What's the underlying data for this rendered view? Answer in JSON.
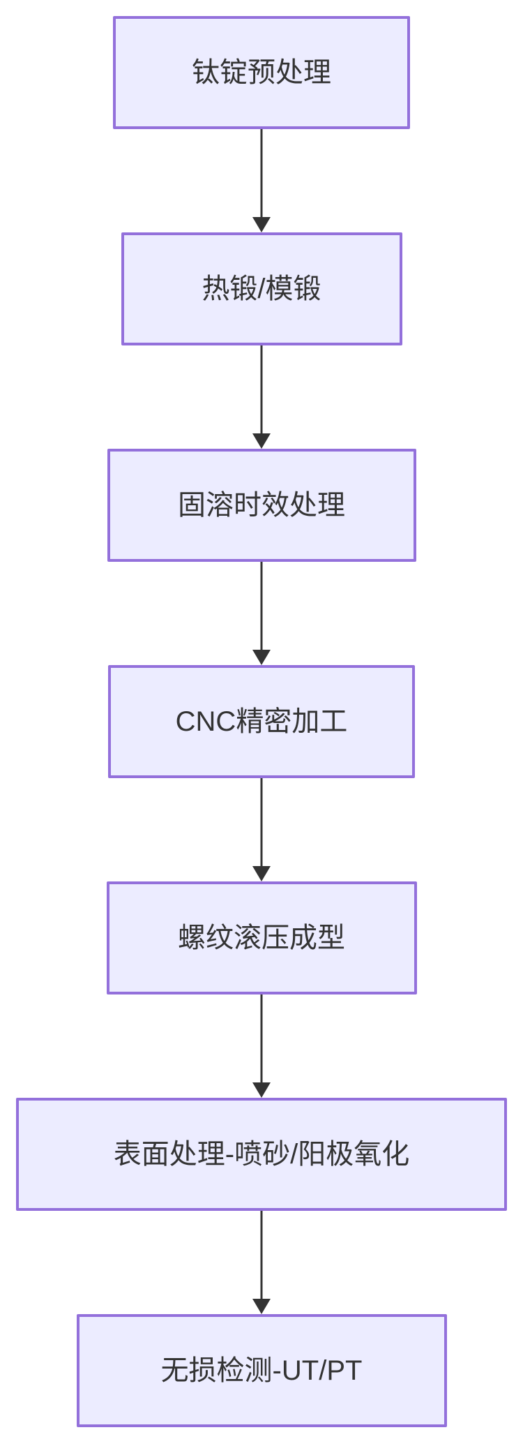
{
  "diagram": {
    "type": "flowchart",
    "direction": "top-down",
    "colors": {
      "node_fill": "#ECECFF",
      "node_border": "#9370DB",
      "arrow": "#333333",
      "text": "#333333",
      "background": "#FFFFFF"
    },
    "nodes": [
      {
        "id": "step1",
        "label": "钛锭预处理"
      },
      {
        "id": "step2",
        "label": "热锻/模锻"
      },
      {
        "id": "step3",
        "label": "固溶时效处理"
      },
      {
        "id": "step4",
        "label": "CNC精密加工"
      },
      {
        "id": "step5",
        "label": "螺纹滚压成型"
      },
      {
        "id": "step6",
        "label": "表面处理-喷砂/阳极氧化"
      },
      {
        "id": "step7",
        "label": "无损检测-UT/PT"
      }
    ],
    "edges": [
      {
        "from": "step1",
        "to": "step2"
      },
      {
        "from": "step2",
        "to": "step3"
      },
      {
        "from": "step3",
        "to": "step4"
      },
      {
        "from": "step4",
        "to": "step5"
      },
      {
        "from": "step5",
        "to": "step6"
      },
      {
        "from": "step6",
        "to": "step7"
      }
    ]
  }
}
